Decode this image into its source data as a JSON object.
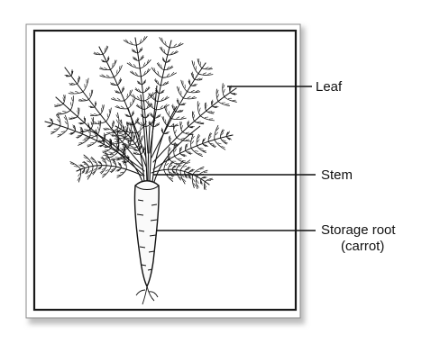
{
  "labels": {
    "leaf": "Leaf",
    "stem": "Stem",
    "storage_root_line1": "Storage root",
    "storage_root_line2": "(carrot)"
  },
  "colors": {
    "line": "#111111",
    "frame": "#1a1a1a",
    "shadow": "#bdbdbd",
    "carrot_fill": "#fafafa"
  }
}
